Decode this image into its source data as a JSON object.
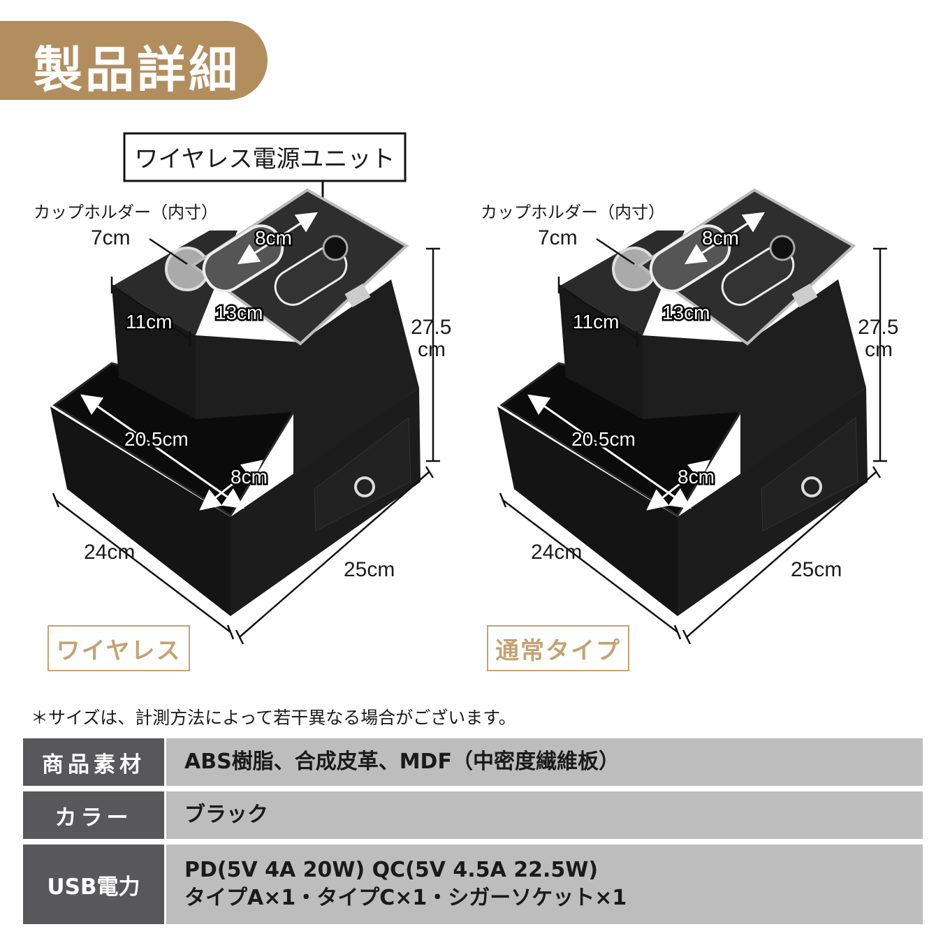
{
  "header": {
    "title": "製品詳細",
    "color": "#b28e5f"
  },
  "products": [
    {
      "tag": "ワイヤレス",
      "callout": "ワイヤレス電源ユニット",
      "cup_holder_label": "カップホルダー（内寸）",
      "cup_holder_size": "7cm",
      "dims": {
        "lid_length": "8cm",
        "top_width": "13cm",
        "top_depth": "11cm",
        "height_value": "27.5",
        "height_unit": "cm",
        "tray_length": "20.5cm",
        "tray_width": "8cm",
        "depth": "24cm",
        "width": "25cm"
      }
    },
    {
      "tag": "通常タイプ",
      "cup_holder_label": "カップホルダー（内寸）",
      "cup_holder_size": "7cm",
      "dims": {
        "lid_length": "8cm",
        "top_width": "13cm",
        "top_depth": "11cm",
        "height_value": "27.5",
        "height_unit": "cm",
        "tray_length": "20.5cm",
        "tray_width": "8cm",
        "depth": "24cm",
        "width": "25cm"
      }
    }
  ],
  "note": "＊サイズは、計測方法によって若干異なる場合がございます。",
  "specs": [
    {
      "label": "商品素材",
      "lines": [
        "ABS樹脂、合成皮革、MDF（中密度繊維板）"
      ]
    },
    {
      "label": "カラー",
      "lines": [
        "ブラック"
      ]
    },
    {
      "label": "USB電力",
      "lines": [
        "PD(5V 4A 20W) QC(5V 4.5A 22.5W)",
        "タイプA×1・タイプC×1・シガーソケット×1"
      ]
    }
  ],
  "colors": {
    "accent": "#b28e5f",
    "tag_border": "#c4a274",
    "label_bg": "#58585a",
    "value_bg": "#bdbdbd"
  }
}
